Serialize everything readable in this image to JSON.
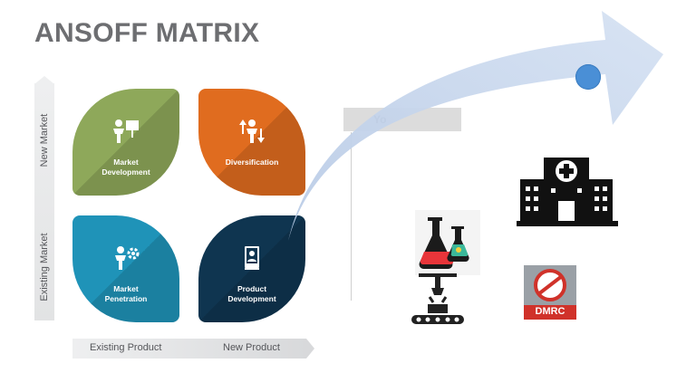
{
  "title": "ANSOFF MATRIX",
  "axes": {
    "y_top": "New Market",
    "y_bottom": "Existing Market",
    "x_left": "Existing Product",
    "x_right": "New Product"
  },
  "quadrants": {
    "top_left": {
      "label_line1": "Market",
      "label_line2": "Development",
      "color": "#8ea85a"
    },
    "top_right": {
      "label_line1": "Diversification",
      "label_line2": "",
      "color": "#e06c1f"
    },
    "bottom_left": {
      "label_line1": "Market",
      "label_line2": "Penetration",
      "color": "#1f93b8"
    },
    "bottom_right": {
      "label_line1": "Product",
      "label_line2": "Development",
      "color": "#0f3550"
    }
  },
  "timeline_tab": "Yo",
  "logo": {
    "text": "DMRC",
    "color": "#d0322a"
  },
  "icons": [
    "presenter-icon",
    "swap-person-icon",
    "gear-person-icon",
    "book-icon",
    "hospital-icon",
    "lab-flask-icon",
    "factory-robot-icon",
    "dmrc-logo-icon"
  ],
  "colors": {
    "arrow": "#c9d8ef",
    "dot": "#4a8fd6",
    "axis": "#e4e5e6"
  }
}
